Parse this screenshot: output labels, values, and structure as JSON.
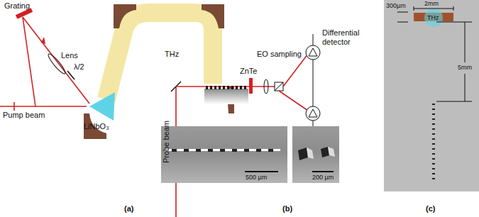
{
  "diagram": {
    "labels": [
      "Grating",
      "Lens",
      "λ/2",
      "Pump beam",
      "LiNbO₃",
      "THz",
      "ZnTe",
      "EO sampling",
      "Differential detector",
      "Probe beam",
      "500 µm",
      "200 µm",
      "(a)",
      "(b)",
      "(c)",
      "300µm",
      "2mm",
      "THz",
      "5mm"
    ]
  }
}
